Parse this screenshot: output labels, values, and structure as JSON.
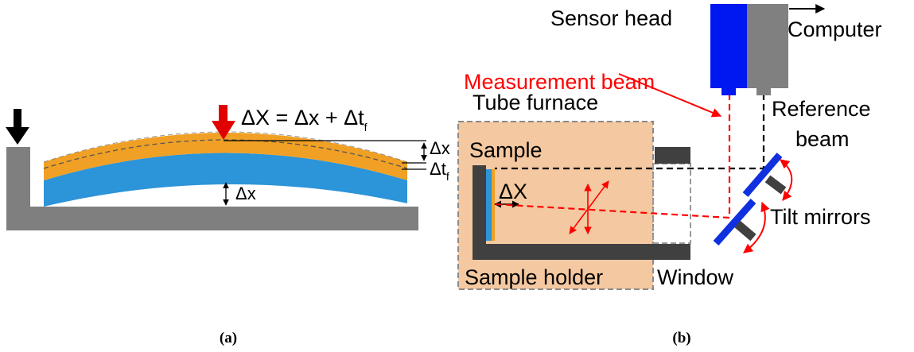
{
  "panel_a": {
    "eq_prefix": "ΔX = Δx + Δt",
    "eq_sub": "f",
    "dx_right": "Δx",
    "dt_right": "Δt",
    "dt_right_sub": "f",
    "dx_gap": "Δx",
    "caption": "(a)"
  },
  "panel_b": {
    "sensor_head": "Sensor head",
    "computer": "Computer",
    "measurement_beam": "Measurement beam",
    "tube_furnace": "Tube furnace",
    "reference_beam_1": "Reference",
    "reference_beam_2": "beam",
    "sample": "Sample",
    "delta_x": "ΔX",
    "tilt_mirrors": "Tilt mirrors",
    "sample_holder": "Sample holder",
    "window": "Window",
    "caption": "(b)"
  },
  "colors": {
    "film": "#f0a025",
    "substrate": "#2c94d8",
    "frame": "#7f7f7f",
    "dark_gray": "#404040",
    "furnace": "#f4c8a0",
    "mirror": "#1030e0",
    "sensor_blue": "#0018f0",
    "red": "#ff0000"
  }
}
